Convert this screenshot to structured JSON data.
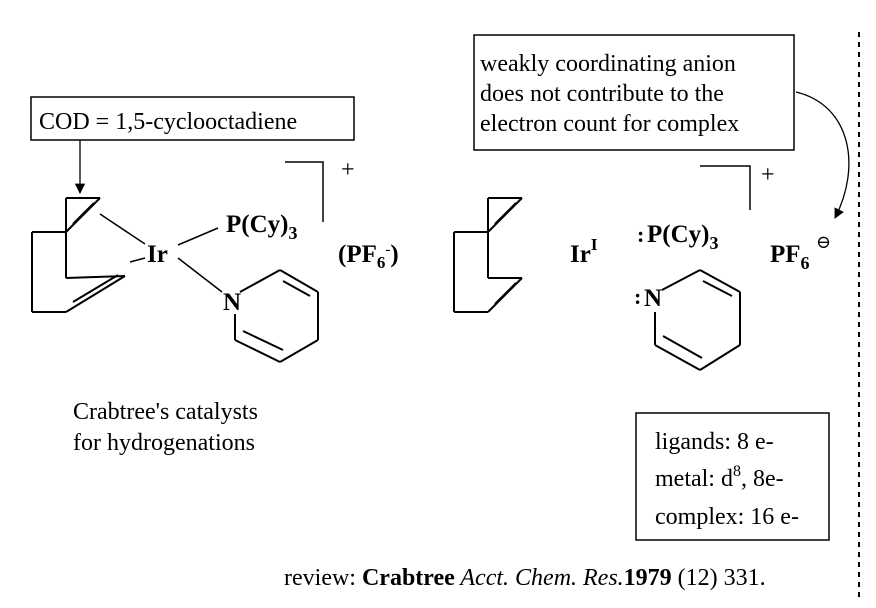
{
  "left_complex": {
    "cod_label": "COD = 1,5-cyclooctadiene",
    "metal": "Ir",
    "phosphine": "P(Cy)",
    "phosphine_sub": "3",
    "pyridine_n": "N",
    "charge": "+",
    "counterion_open": "(PF",
    "counterion_sub": "6",
    "counterion_sup": "-",
    "counterion_close": ")",
    "caption_line1": "Crabtree's catalysts",
    "caption_line2": "for hydrogenations"
  },
  "right_complex": {
    "anion_note_line1": "weakly coordinating anion",
    "anion_note_line2": "does not contribute to the",
    "anion_note_line3": "electron count for complex",
    "metal": "Ir",
    "metal_ox": "I",
    "lone_pair": ":",
    "phosphine": "P(Cy)",
    "phosphine_sub": "3",
    "pyridine_n": "N",
    "charge": "+",
    "anion": "PF",
    "anion_sub": "6",
    "anion_charge": "⊖"
  },
  "electron_count": {
    "ligands": "ligands: 8 e-",
    "metal_prefix": "metal: d",
    "metal_sup": "8",
    "metal_suffix": ", 8e-",
    "complex": "complex: 16 e-"
  },
  "reference": {
    "prefix": "review: ",
    "author": "Crabtree",
    "journal": " Acct. Chem. Res.",
    "year": "1979",
    "rest": " (12) 331."
  }
}
